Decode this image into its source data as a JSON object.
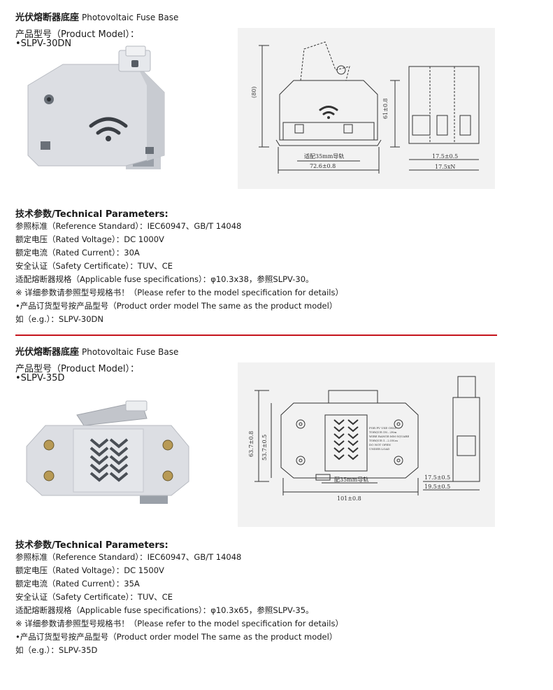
{
  "sections": [
    {
      "title_cn": "光伏熔断器底座",
      "title_en": "Photovoltaic Fuse Base",
      "model_label": "产品型号（Product Model）：",
      "model_no": "•SLPV-30DN",
      "photo_name": "SLPV-30DN fuse base photo",
      "drawing": {
        "dim_height_total": "(80)",
        "dim_height": "61±0.8",
        "dim_rail": "适配35mm导轨",
        "dim_width": "72.6±0.8",
        "dim_side_1": "17.5±0.5",
        "dim_side_2": "17.5xN"
      },
      "params_heading": "技术参数/Technical Parameters:",
      "params": [
        "参照标准（Reference Standard）：IEC60947、GB/T 14048",
        "额定电压（Rated Voltage）：DC 1000V",
        "额定电流（Rated Current）：30A",
        "安全认证（Safety Certificate）：TUV、CE",
        "适配熔断器规格（Applicable fuse specifications）：φ10.3x38，参照SLPV-30。",
        "※ 详细参数请参照型号规格书！（Please refer to the model specification for details）",
        "•产品订货型号按产品型号（Product order model The same as the product model）",
        "如（e.g.）：SLPV-30DN"
      ]
    },
    {
      "title_cn": "光伏熔断器底座",
      "title_en": "Photovoltaic Fuse Base",
      "model_label": "产品型号（Product Model）：",
      "model_no": "•SLPV-35D",
      "photo_name": "SLPV-35D fuse base photo",
      "drawing": {
        "dim_height_total": "63.7±0.8",
        "dim_height": "53.7±0.5",
        "dim_rail": "配35mm导轨",
        "dim_width": "101±0.8",
        "dim_side_1": "17.5±0.5",
        "dim_side_2": "19.5±0.5",
        "label_lines": [
          "FOR PV USE ONLY",
          "TORQUE:1N...2Nm",
          "WIRE RANGE:MM SQUARE",
          "TORQUE:1...2.5N.m",
          "DO NOT OPEN",
          "UNDER LOAD"
        ]
      },
      "params_heading": "技术参数/Technical Parameters:",
      "params": [
        "参照标准（Reference Standard）：IEC60947、GB/T 14048",
        "额定电压（Rated Voltage）：DC 1500V",
        "额定电流（Rated Current）：35A",
        "安全认证（Safety Certificate）：TUV、CE",
        "适配熔断器规格（Applicable fuse specifications）：φ10.3x65，参照SLPV-35。",
        "※ 详细参数请参照型号规格书！（Please refer to the model specification for details）",
        "•产品订货型号按产品型号（Product order model The same as the product model）",
        "如（e.g.）：SLPV-35D"
      ]
    }
  ],
  "colors": {
    "divider": "#c5141c",
    "drawing_bg": "#f2f2f2",
    "body_grey": "#d9dbe0"
  }
}
